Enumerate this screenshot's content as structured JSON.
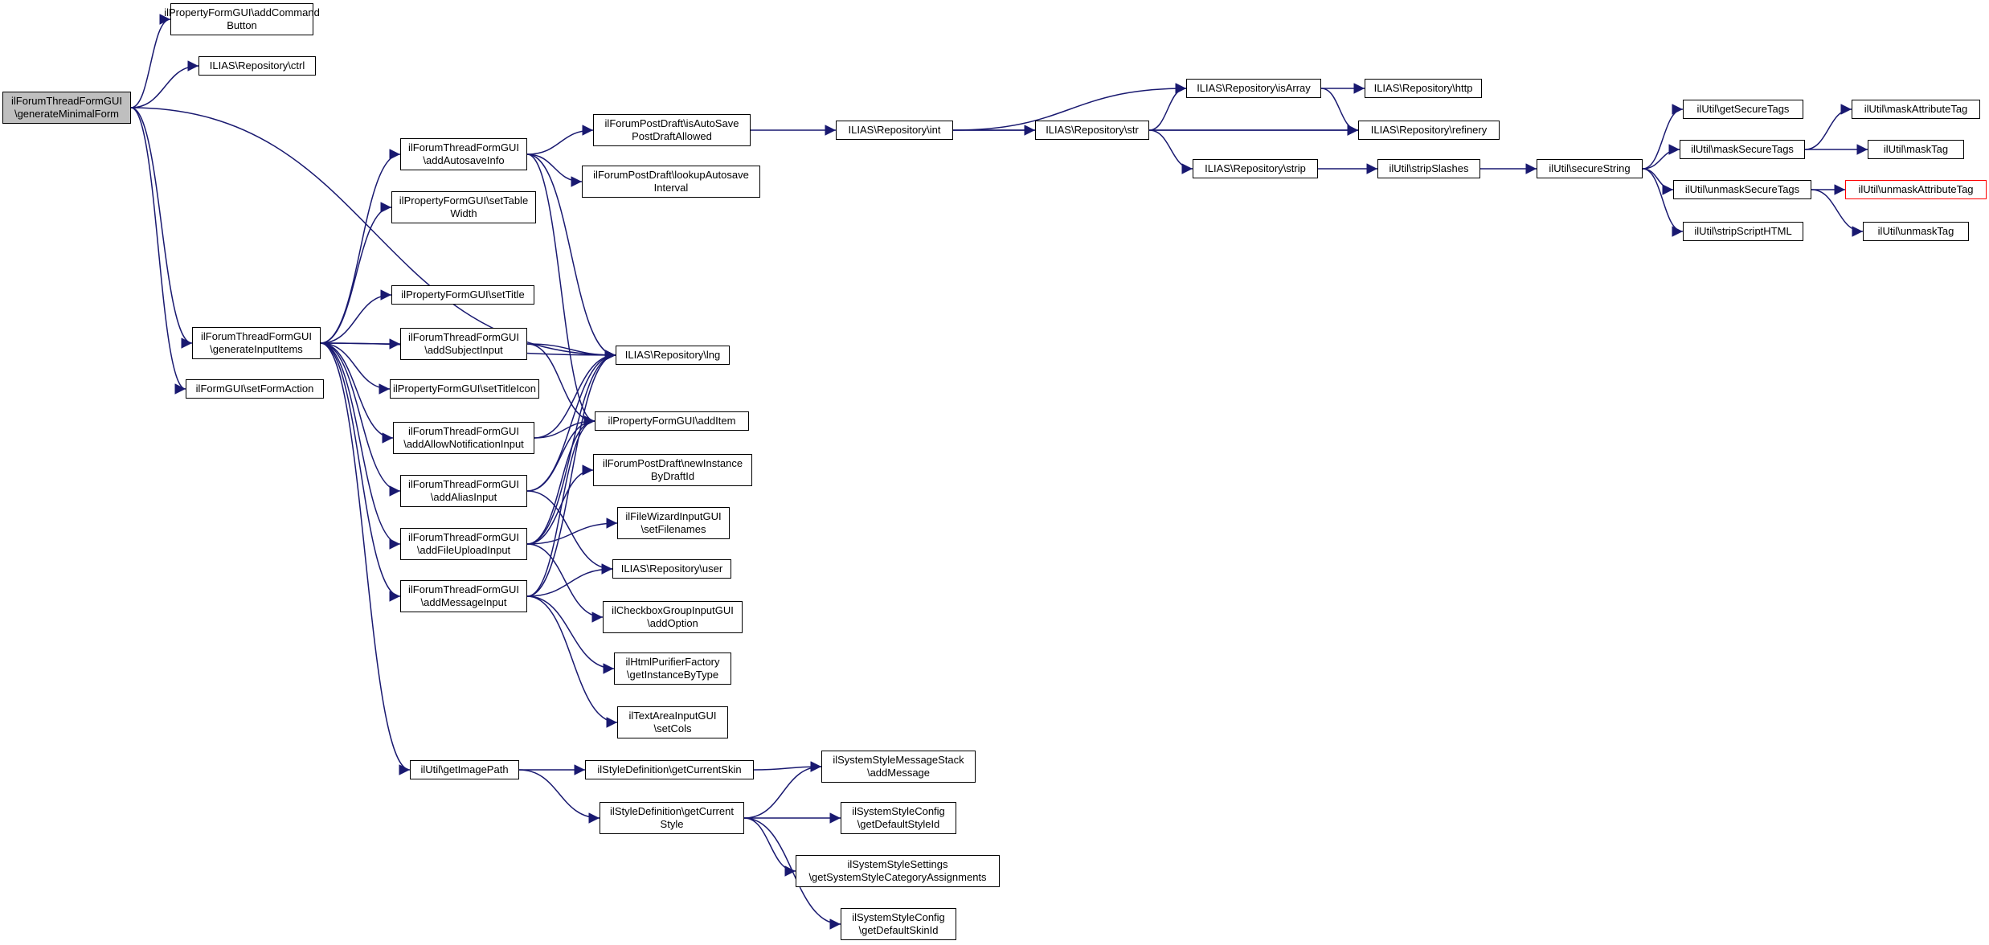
{
  "colors": {
    "edge": "#191970",
    "border": "#000000",
    "root_fill": "#bfbfbf",
    "truncated_border": "#ff0000"
  },
  "nodes": [
    {
      "id": "root",
      "label": "ilForumThreadFormGUI\n\\generateMinimalForm",
      "style": "root"
    },
    {
      "id": "addCommandButton",
      "label": "ilPropertyFormGUI\\addCommand\nButton"
    },
    {
      "id": "ctrl",
      "label": "ILIAS\\Repository\\ctrl"
    },
    {
      "id": "generateInputItems",
      "label": "ilForumThreadFormGUI\n\\generateInputItems"
    },
    {
      "id": "setFormAction",
      "label": "ilFormGUI\\setFormAction"
    },
    {
      "id": "addAutosaveInfo",
      "label": "ilForumThreadFormGUI\n\\addAutosaveInfo"
    },
    {
      "id": "setTableWidth",
      "label": "ilPropertyFormGUI\\setTable\nWidth"
    },
    {
      "id": "setTitle",
      "label": "ilPropertyFormGUI\\setTitle"
    },
    {
      "id": "addSubjectInput",
      "label": "ilForumThreadFormGUI\n\\addSubjectInput"
    },
    {
      "id": "setTitleIcon",
      "label": "ilPropertyFormGUI\\setTitleIcon"
    },
    {
      "id": "addAllowNotificationInput",
      "label": "ilForumThreadFormGUI\n\\addAllowNotificationInput"
    },
    {
      "id": "addAliasInput",
      "label": "ilForumThreadFormGUI\n\\addAliasInput"
    },
    {
      "id": "addFileUploadInput",
      "label": "ilForumThreadFormGUI\n\\addFileUploadInput"
    },
    {
      "id": "addMessageInput",
      "label": "ilForumThreadFormGUI\n\\addMessageInput"
    },
    {
      "id": "getImagePath",
      "label": "ilUtil\\getImagePath"
    },
    {
      "id": "isAutoSave",
      "label": "ilForumPostDraft\\isAutoSave\nPostDraftAllowed"
    },
    {
      "id": "lookupAutosave",
      "label": "ilForumPostDraft\\lookupAutosave\nInterval"
    },
    {
      "id": "lng",
      "label": "ILIAS\\Repository\\lng"
    },
    {
      "id": "addItem",
      "label": "ilPropertyFormGUI\\addItem"
    },
    {
      "id": "newInstance",
      "label": "ilForumPostDraft\\newInstance\nByDraftId"
    },
    {
      "id": "setFilenames",
      "label": "ilFileWizardInputGUI\n\\setFilenames"
    },
    {
      "id": "user",
      "label": "ILIAS\\Repository\\user"
    },
    {
      "id": "addOption",
      "label": "ilCheckboxGroupInputGUI\n\\addOption"
    },
    {
      "id": "getInstanceByType",
      "label": "ilHtmlPurifierFactory\n\\getInstanceByType"
    },
    {
      "id": "setCols",
      "label": "ilTextAreaInputGUI\n\\setCols"
    },
    {
      "id": "getCurrentSkin",
      "label": "ilStyleDefinition\\getCurrentSkin"
    },
    {
      "id": "getCurrentStyle",
      "label": "ilStyleDefinition\\getCurrent\nStyle"
    },
    {
      "id": "addMessage",
      "label": "ilSystemStyleMessageStack\n\\addMessage"
    },
    {
      "id": "getDefaultStyleId",
      "label": "ilSystemStyleConfig\n\\getDefaultStyleId"
    },
    {
      "id": "getCatAssign",
      "label": "ilSystemStyleSettings\n\\getSystemStyleCategoryAssignments"
    },
    {
      "id": "getDefaultSkinId",
      "label": "ilSystemStyleConfig\n\\getDefaultSkinId"
    },
    {
      "id": "int",
      "label": "ILIAS\\Repository\\int"
    },
    {
      "id": "str",
      "label": "ILIAS\\Repository\\str"
    },
    {
      "id": "isArray",
      "label": "ILIAS\\Repository\\isArray"
    },
    {
      "id": "http",
      "label": "ILIAS\\Repository\\http"
    },
    {
      "id": "refinery",
      "label": "ILIAS\\Repository\\refinery"
    },
    {
      "id": "strip",
      "label": "ILIAS\\Repository\\strip"
    },
    {
      "id": "stripSlashes",
      "label": "ilUtil\\stripSlashes"
    },
    {
      "id": "secureString",
      "label": "ilUtil\\secureString"
    },
    {
      "id": "getSecureTags",
      "label": "ilUtil\\getSecureTags"
    },
    {
      "id": "maskSecureTags",
      "label": "ilUtil\\maskSecureTags"
    },
    {
      "id": "unmaskSecureTags",
      "label": "ilUtil\\unmaskSecureTags"
    },
    {
      "id": "stripScriptHTML",
      "label": "ilUtil\\stripScriptHTML"
    },
    {
      "id": "maskAttributeTag",
      "label": "ilUtil\\maskAttributeTag"
    },
    {
      "id": "maskTag",
      "label": "ilUtil\\maskTag"
    },
    {
      "id": "unmaskAttributeTag",
      "label": "ilUtil\\unmaskAttributeTag",
      "style": "truncated"
    },
    {
      "id": "unmaskTag",
      "label": "ilUtil\\unmaskTag"
    }
  ],
  "edges": [
    [
      "root",
      "addCommandButton"
    ],
    [
      "root",
      "ctrl"
    ],
    [
      "root",
      "generateInputItems"
    ],
    [
      "root",
      "lng"
    ],
    [
      "root",
      "setFormAction"
    ],
    [
      "generateInputItems",
      "addAutosaveInfo"
    ],
    [
      "generateInputItems",
      "setTableWidth"
    ],
    [
      "generateInputItems",
      "setTitle"
    ],
    [
      "generateInputItems",
      "addSubjectInput"
    ],
    [
      "generateInputItems",
      "setTitleIcon"
    ],
    [
      "generateInputItems",
      "addAllowNotificationInput"
    ],
    [
      "generateInputItems",
      "addAliasInput"
    ],
    [
      "generateInputItems",
      "addFileUploadInput"
    ],
    [
      "generateInputItems",
      "addMessageInput"
    ],
    [
      "generateInputItems",
      "getImagePath"
    ],
    [
      "generateInputItems",
      "lng"
    ],
    [
      "addAutosaveInfo",
      "isAutoSave"
    ],
    [
      "addAutosaveInfo",
      "lookupAutosave"
    ],
    [
      "addAutosaveInfo",
      "lng"
    ],
    [
      "addAutosaveInfo",
      "addItem"
    ],
    [
      "addSubjectInput",
      "lng"
    ],
    [
      "addSubjectInput",
      "addItem"
    ],
    [
      "addAllowNotificationInput",
      "lng"
    ],
    [
      "addAllowNotificationInput",
      "addItem"
    ],
    [
      "addAliasInput",
      "lng"
    ],
    [
      "addAliasInput",
      "addItem"
    ],
    [
      "addAliasInput",
      "user"
    ],
    [
      "addFileUploadInput",
      "lng"
    ],
    [
      "addFileUploadInput",
      "addItem"
    ],
    [
      "addFileUploadInput",
      "newInstance"
    ],
    [
      "addFileUploadInput",
      "setFilenames"
    ],
    [
      "addFileUploadInput",
      "addOption"
    ],
    [
      "addMessageInput",
      "lng"
    ],
    [
      "addMessageInput",
      "addItem"
    ],
    [
      "addMessageInput",
      "user"
    ],
    [
      "addMessageInput",
      "getInstanceByType"
    ],
    [
      "addMessageInput",
      "setCols"
    ],
    [
      "getImagePath",
      "getCurrentSkin"
    ],
    [
      "getImagePath",
      "getCurrentStyle"
    ],
    [
      "getCurrentSkin",
      "addMessage"
    ],
    [
      "getCurrentStyle",
      "addMessage"
    ],
    [
      "getCurrentStyle",
      "getDefaultStyleId"
    ],
    [
      "getCurrentStyle",
      "getCatAssign"
    ],
    [
      "getCurrentStyle",
      "getDefaultSkinId"
    ],
    [
      "isAutoSave",
      "int"
    ],
    [
      "int",
      "isArray"
    ],
    [
      "int",
      "str"
    ],
    [
      "int",
      "refinery"
    ],
    [
      "str",
      "isArray"
    ],
    [
      "str",
      "refinery"
    ],
    [
      "str",
      "strip"
    ],
    [
      "isArray",
      "http"
    ],
    [
      "isArray",
      "refinery"
    ],
    [
      "strip",
      "stripSlashes"
    ],
    [
      "stripSlashes",
      "secureString"
    ],
    [
      "secureString",
      "getSecureTags"
    ],
    [
      "secureString",
      "maskSecureTags"
    ],
    [
      "secureString",
      "unmaskSecureTags"
    ],
    [
      "secureString",
      "stripScriptHTML"
    ],
    [
      "maskSecureTags",
      "maskAttributeTag"
    ],
    [
      "maskSecureTags",
      "maskTag"
    ],
    [
      "unmaskSecureTags",
      "unmaskAttributeTag"
    ],
    [
      "unmaskSecureTags",
      "unmaskTag"
    ]
  ]
}
